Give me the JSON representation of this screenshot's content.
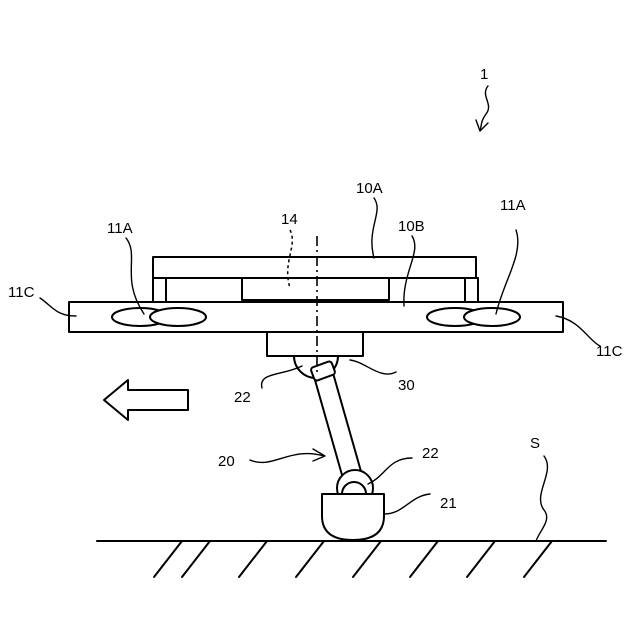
{
  "labels": {
    "system": "1",
    "top_plate": "10A",
    "body": "10B",
    "rotor_left": "11A",
    "rotor_right": "11A",
    "arm_end_left": "11C",
    "arm_end_right": "11C",
    "center_part": "14",
    "arm": "20",
    "foot": "21",
    "joint_upper": "22",
    "joint_lower": "22",
    "mount": "30",
    "surface": "S"
  }
}
